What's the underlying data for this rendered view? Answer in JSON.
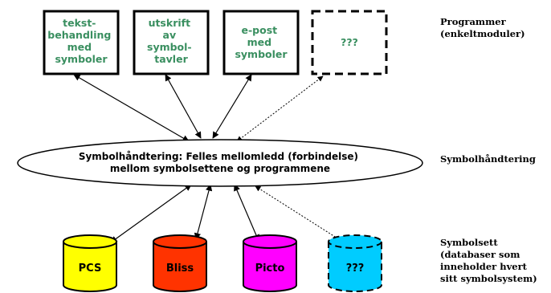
{
  "programs": [
    {
      "lines": [
        "tekst-",
        "behandling",
        "med",
        "symboler"
      ],
      "dashed": false
    },
    {
      "lines": [
        "utskrift",
        "av",
        "symbol-",
        "tavler"
      ],
      "dashed": false
    },
    {
      "lines": [
        "e-post",
        "med",
        "symboler"
      ],
      "dashed": false
    },
    {
      "lines": [
        "???"
      ],
      "dashed": true
    }
  ],
  "hub": {
    "line1": "Symbolhåndtering: Felles mellomledd (forbindelse)",
    "line2": "mellom symbolsettene og programmene"
  },
  "databases": [
    {
      "label": "PCS",
      "color": "#ffff00",
      "dashed": false
    },
    {
      "label": "Bliss",
      "color": "#ff3300",
      "dashed": false
    },
    {
      "label": "Picto",
      "color": "#ff00ff",
      "dashed": false
    },
    {
      "label": "???",
      "color": "#00ccff",
      "dashed": true
    }
  ],
  "side_labels": {
    "programs": [
      "Programmer",
      "(enkeltmoduler)"
    ],
    "hub": [
      "Symbolhåndtering"
    ],
    "databases": [
      "Symbolsett",
      "(databaser som",
      "inneholder hvert",
      "sitt symbolsystem)"
    ]
  },
  "colors": {
    "box_text": "#3a8f60",
    "line": "#000000"
  }
}
